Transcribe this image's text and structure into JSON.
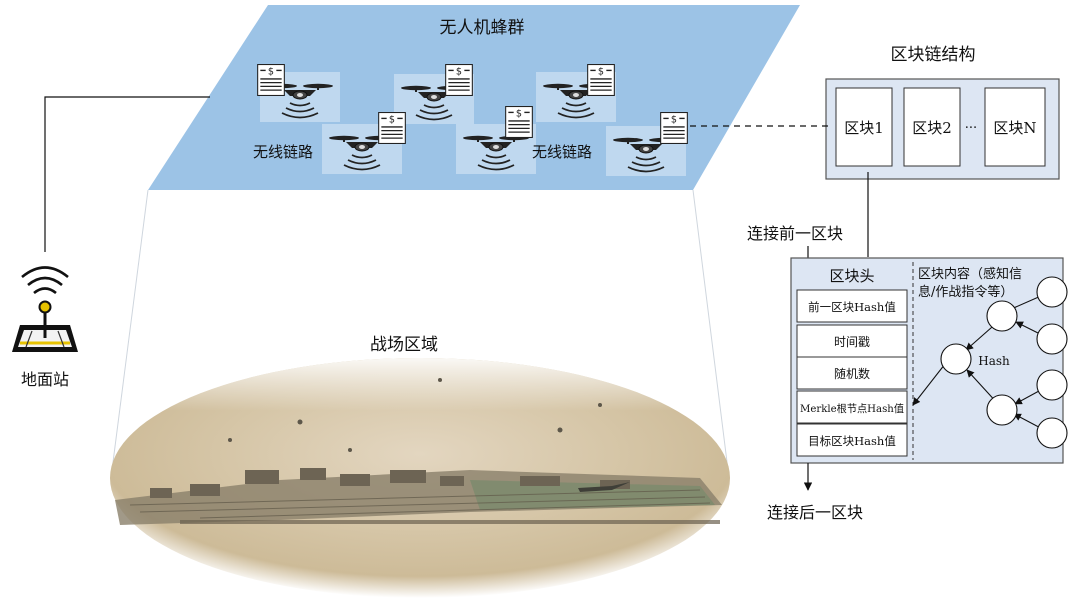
{
  "swarm": {
    "title": "无人机蜂群",
    "link_label_1": "无线链路",
    "link_label_2": "无线链路"
  },
  "ground_station": {
    "label": "地面站"
  },
  "battlefield": {
    "label": "战场区域"
  },
  "chain": {
    "title": "区块链结构",
    "blocks": [
      "区块1",
      "区块2",
      "区块N"
    ],
    "ellipsis": "···"
  },
  "block_detail": {
    "connect_prev": "连接前一区块",
    "connect_next": "连接后一区块",
    "header_title": "区块头",
    "header_fields": [
      "前一区块Hash值",
      "时间戳",
      "随机数",
      "Merkle根节点Hash值",
      "目标区块Hash值"
    ],
    "content_title_line1": "区块内容（感知信",
    "content_title_line2": "息/作战指令等）",
    "hash_label": "Hash"
  },
  "colors": {
    "plane_fill": "#9cc3e6",
    "panel_fill": "#dde6f3",
    "panel_stroke": "#555555"
  },
  "icons": {
    "drone": "drone-icon",
    "ledger": "ledger-doc-icon",
    "ground_station": "ground-station-icon",
    "terrain": "terrain-image"
  }
}
